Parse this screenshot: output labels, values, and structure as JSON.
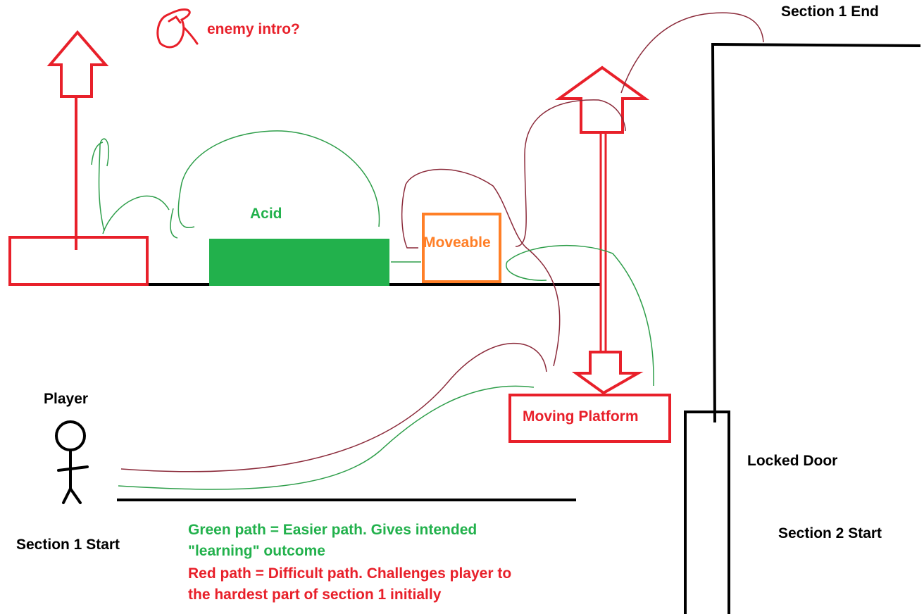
{
  "labels": {
    "enemy_intro": "enemy intro?",
    "section1_end": "Section 1 End",
    "acid": "Acid",
    "moveable": "Moveable",
    "moving_platform": "Moving Platform",
    "player": "Player",
    "section1_start": "Section 1 Start",
    "locked_door": "Locked Door",
    "section2_start": "Section 2 Start"
  },
  "legend": {
    "green_line1": "Green path =  Easier path. Gives intended",
    "green_line2": "\"learning\" outcome",
    "red_line1": "Red path = Difficult path. Challenges player to",
    "red_line2": "the hardest part of section 1 initially"
  },
  "colors": {
    "red": "#e8202a",
    "green": "#22b14c",
    "orange": "#ff7f27",
    "black": "#000000",
    "dark_red_path": "#8b2a3a",
    "green_path": "#2e9e4a"
  }
}
